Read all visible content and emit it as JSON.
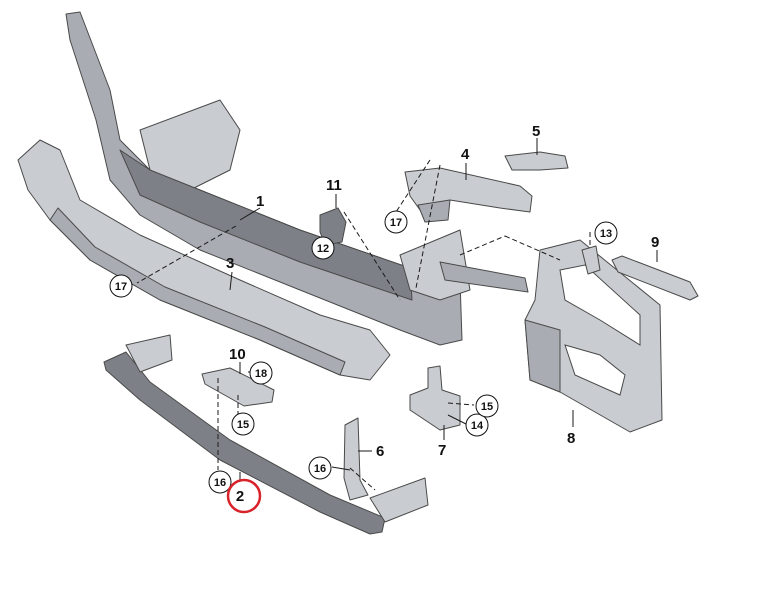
{
  "labels": {
    "l1": "1",
    "l2": "2",
    "l3": "3",
    "l4": "4",
    "l5": "5",
    "l6": "6",
    "l7": "7",
    "l8": "8",
    "l9": "9",
    "l10": "10",
    "l11": "11"
  },
  "callouts": {
    "c12": "12",
    "c13": "13",
    "c14": "14",
    "c15a": "15",
    "c15b": "15",
    "c16a": "16",
    "c16b": "16",
    "c17a": "17",
    "c17b": "17",
    "c18": "18"
  },
  "highlight": {
    "part": "2",
    "color": "#d9232a"
  }
}
